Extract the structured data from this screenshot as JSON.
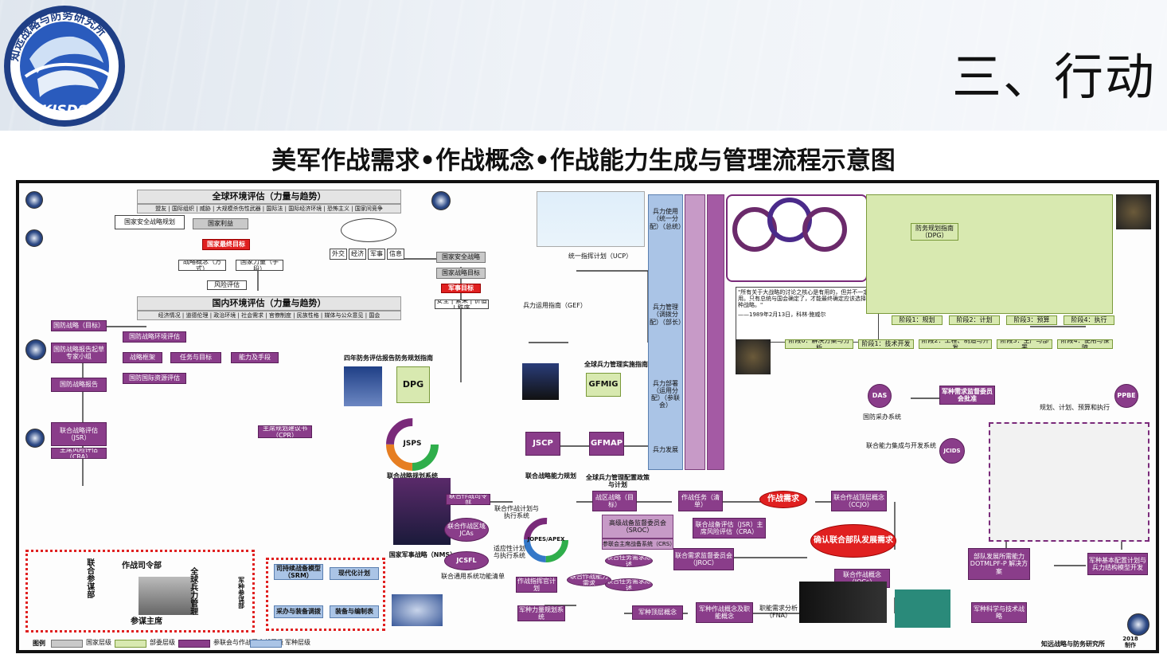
{
  "header": {
    "title": "三、行动",
    "logo_text": "知远战略与防务研究所",
    "logo_abbr": "KISDS"
  },
  "diagram": {
    "title": "美军作战需求•作战概念•作战能力生成与管理流程示意图",
    "global_env": {
      "title": "全球环境评估（力量与趋势）",
      "items": "盟友 | 国际组织 | 威胁 | 大规模杀伤性武器 | 国际法 | 国际经济环境 | 恐怖主义 | 国家间竞争"
    },
    "domestic_env": {
      "title": "国内环境评估（力量与趋势）",
      "items": "经济情况 | 道德伦理 | 政治环境 | 社会需求 | 官僚制度 | 民族性格 | 媒体与公众意见 | 国会"
    },
    "national_interest": "国家利益",
    "national_goal": "国家最终目标",
    "strategy_method": "战略概念（方式）",
    "national_power": "国家力量（手段）",
    "risk_assess": "风险评估",
    "nss": "国家安全战略",
    "ns_goal": "国家战略目标",
    "mil_goal": "军事目标",
    "security_values": "安全 | 繁荣 | 价值 | 秩序",
    "defense_strategy_goal": "国防战略（目标）",
    "qdr_panel": "国防战略报告起草专家小组",
    "defense_report": "国防战略报告",
    "jsr": "联合战略评估（JSR）",
    "cra": "主席风险评估（CRA）",
    "cpr": "主席规划建议书（CPR）",
    "jsps": "JSPS",
    "jsps_label": "联合战略规划系统",
    "qdr": "四年防务评估报告",
    "dpg_guide": "防务规划指南",
    "dpg": "DPG",
    "gef": "兵力运用指南（GEF）",
    "ucp": "统一指挥计划（UCP）",
    "gfmig": "GFMIG",
    "gfmig_label": "全球兵力管理实施指南",
    "jscp": "JSCP",
    "gfmap": "GFMAP",
    "jscp_label": "联合战略能力规划",
    "gfmap_label": "全球兵力管理配置政策与计划",
    "force_employ": [
      "兵力使用（统一分配）（总统）",
      "兵力管理（调拨分配）（部长）",
      "兵力部署（运用分配）（参联会）",
      "兵力发展"
    ],
    "nms": "国家军事战略（NMS）",
    "combatant_cmd": "联合作战司令部",
    "jcas": "联合作战区域 JCAs",
    "jcsfl": "JCSFL",
    "jcsfl_label": "联合通用系统功能清单",
    "jopes": "JOPES/APEX",
    "joint_plan": "联合作战计划与执行系统",
    "campaign": "战区战略（目标）",
    "op_task": "作战任务（清单）",
    "op_req": "作战需求",
    "sroc": "高级战备监督委员会（SROC）",
    "crs": "参联会主席战备系统（CRS）",
    "jrocm": "联合需求监督委员会（JROC）",
    "jrs": "联合战备评估（JSR）主席风险评估（CRA）",
    "confirm_req": "确认联合部队发展需求",
    "ccjo": "联合作战顶层概念（CCJO）",
    "jocs": "联合作战概念（JOCs）",
    "service_concept": "军种顶层概念",
    "service_ops": "军种作战概念及职能概念",
    "fna": "职能需求分析（FNA）",
    "ppbe": "PPBE",
    "ppbe_label": "规划、计划、预算和执行",
    "das": "DAS",
    "das_label": "国防采办系统",
    "jcids": "JCIDS",
    "jcids_label": "联合能力集成与开发系统",
    "dotmlpf": "部队发展所需能力 DOTMLPF-P 解决方案",
    "service_science": "军种科学与技术战略",
    "service_base": "军种基本配置计划与兵力结构模型开发",
    "adaptive_plan": "适应性计划与执行系统",
    "service_plan": "军种力量规划系统",
    "joint_cmd_staff": "联合参谋部",
    "combatant_command": "作战司令部",
    "joint_forces": "全球兵力管理",
    "service_staff": "军种参谋部",
    "service_hq": "参谋主席",
    "srm": "司持续战备模型（SRM）",
    "modern_plan": "现代化计划",
    "acquisition": "采办与装备调拨",
    "equip_edit": "装备与编制表",
    "dpg_phases": [
      "阶段0：解决方案与分析",
      "阶段1：技术开发",
      "阶段2：工程、制造与开发",
      "阶段3：生产与部署",
      "阶段4：使用与保障"
    ],
    "ppbe_phases": [
      "阶段1：规划",
      "阶段2：计划",
      "阶段3：预算",
      "阶段4：执行"
    ],
    "quote": "\"所有关于大战略的讨论之核心是有用的，但并不一定实用。只有总统与国会确定了，才能最终确定应该选择何种战略。\"",
    "quote_src": "——1989年2月13日，科林·鲍威尔",
    "legend": {
      "title": "图例",
      "items": [
        "国家层级",
        "部委层级",
        "参联会与作战司令部层级",
        "军种层级"
      ]
    },
    "footer_org": "知远战略与防务研究所",
    "footer_year": "2018 制作"
  }
}
